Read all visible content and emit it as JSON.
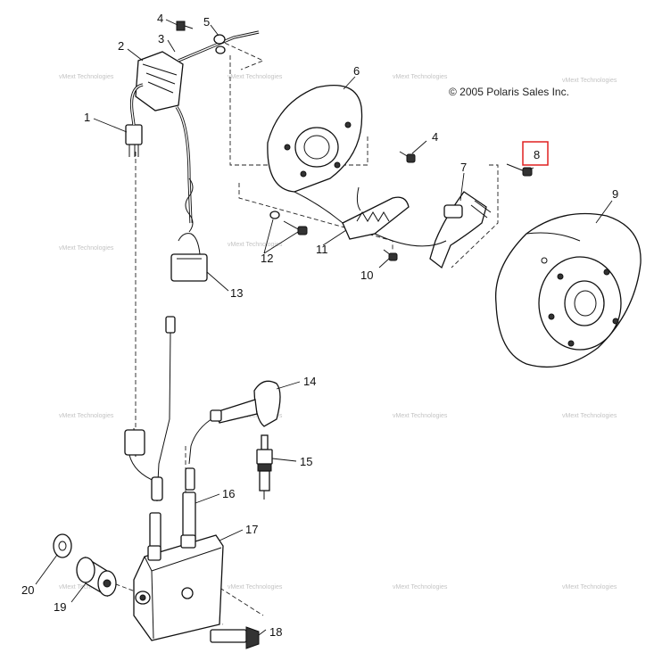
{
  "copyright": "© 2005 Polaris Sales Inc.",
  "watermark": "vMext Technologies",
  "highlight_color": "#e02020",
  "highlighted_part": "8",
  "callouts": [
    {
      "id": "c1",
      "label": "1"
    },
    {
      "id": "c2",
      "label": "2"
    },
    {
      "id": "c3",
      "label": "3"
    },
    {
      "id": "c4a",
      "label": "4"
    },
    {
      "id": "c4b",
      "label": "4"
    },
    {
      "id": "c5",
      "label": "5"
    },
    {
      "id": "c6",
      "label": "6"
    },
    {
      "id": "c7",
      "label": "7"
    },
    {
      "id": "c8",
      "label": "8"
    },
    {
      "id": "c9",
      "label": "9"
    },
    {
      "id": "c10",
      "label": "10"
    },
    {
      "id": "c11",
      "label": "11"
    },
    {
      "id": "c12",
      "label": "12"
    },
    {
      "id": "c13",
      "label": "13"
    },
    {
      "id": "c14",
      "label": "14"
    },
    {
      "id": "c15",
      "label": "15"
    },
    {
      "id": "c16",
      "label": "16"
    },
    {
      "id": "c17",
      "label": "17"
    },
    {
      "id": "c18",
      "label": "18"
    },
    {
      "id": "c19",
      "label": "19"
    },
    {
      "id": "c20",
      "label": "20"
    }
  ]
}
